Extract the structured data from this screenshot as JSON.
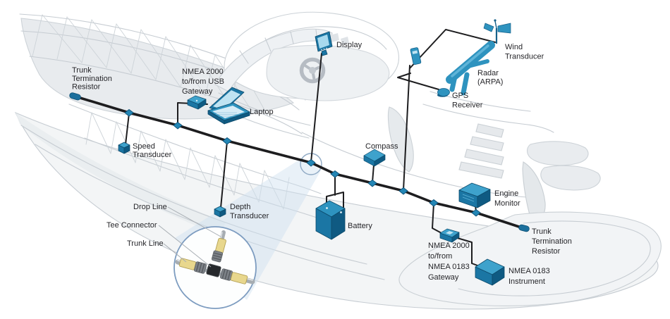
{
  "diagram": {
    "kind": "NMEA 2000 boat network illustration",
    "labels": {
      "trunk_termination_left": [
        "Trunk",
        "Termination",
        "Resistor"
      ],
      "speed_transducer": [
        "Speed",
        "Transducer"
      ],
      "usb_gateway": [
        "NMEA 2000",
        "to/from USB",
        "Gateway"
      ],
      "laptop": [
        "Laptop"
      ],
      "display": [
        "Display"
      ],
      "wind_transducer": [
        "Wind",
        "Transducer"
      ],
      "radar": [
        "Radar",
        "(ARPA)"
      ],
      "gps_receiver": [
        "GPS",
        "Receiver"
      ],
      "compass": [
        "Compass"
      ],
      "battery": [
        "Battery"
      ],
      "depth_transducer": [
        "Depth",
        "Transducer"
      ],
      "drop_line": [
        "Drop Line"
      ],
      "tee_connector": [
        "Tee Connector"
      ],
      "trunk_line": [
        "Trunk Line"
      ],
      "engine_monitor": [
        "Engine",
        "Monitor"
      ],
      "trunk_termination_right": [
        "Trunk",
        "Termination",
        "Resistor"
      ],
      "nmea0183_gateway": [
        "NMEA 2000",
        "to/from",
        "NMEA 0183",
        "Gateway"
      ],
      "nmea0183_instrument": [
        "NMEA 0183",
        "Instrument"
      ]
    },
    "colors": {
      "trunk_line": "#1d1d1f",
      "device_blue": "#1b76a4",
      "device_blue_light": "#3ea2cc",
      "device_blue_dark": "#0f5a82",
      "screen_blue": "#bfe3f2",
      "boat_line": "#c6ccd2",
      "boat_fill": "#f3f5f6",
      "magnifier_stroke": "#7d9cc0",
      "connector_yellow": "#e8d78d",
      "cable_gray": "#a7adb2",
      "label_text": "#26262a"
    }
  }
}
